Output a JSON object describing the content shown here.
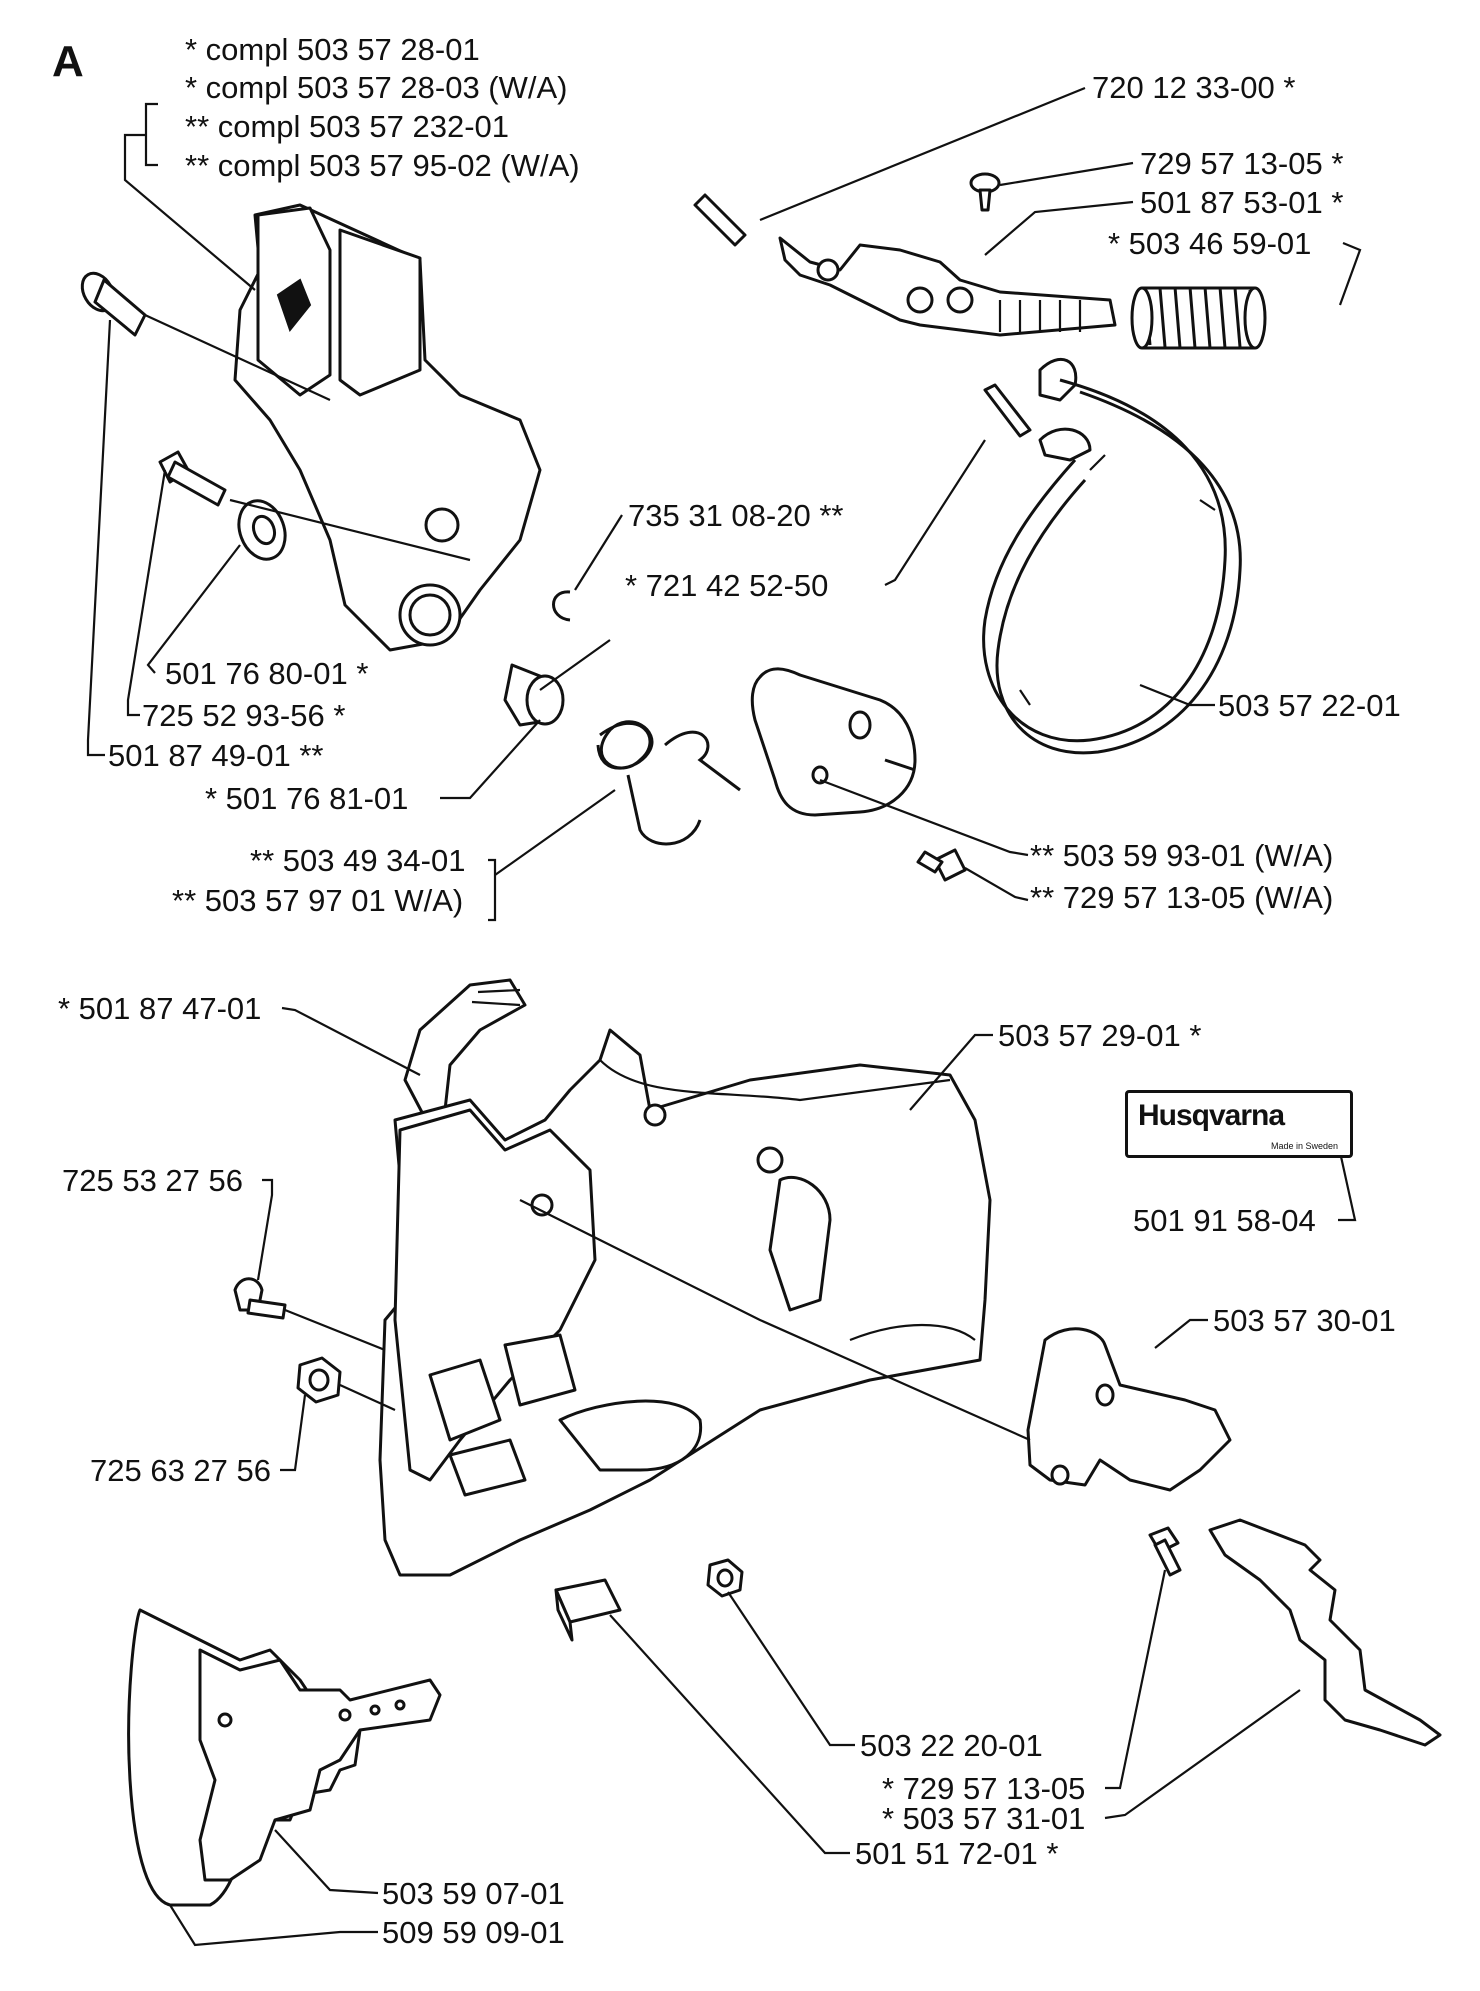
{
  "section_letter": "A",
  "header_notes": [
    "*  compl 503 57 28-01",
    "*  compl 503 57 28-03 (W/A)",
    "**  compl 503 57 232-01",
    "**  compl 503 57 95-02 (W/A)"
  ],
  "part_labels": {
    "p720123300": "720 12 33-00  *",
    "p729571305_top": "729 57 13-05  *",
    "p501875301": "501 87 53-01  *",
    "p503465901": "* 503 46 59-01",
    "p735310820": "735 31 08-20  **",
    "p721425250": "*  721 42 52-50",
    "p503572201": "503 57 22-01",
    "p501768001": "501 76 80-01  *",
    "p725529356": "725 52 93-56  *",
    "p501874901": "501 87 49-01  **",
    "p501768101": "*  501 76 81-01",
    "p503493401": "**  503 49 34-01",
    "p503579701": "**  503 57 97 01 W/A)",
    "p503599301": "**  503 59 93-01 (W/A)",
    "p729571305_wa": "**  729 57 13-05 (W/A)",
    "p501874701": "*  501 87 47-01",
    "p503572901": "503 57 29-01  *",
    "p501915804": "501 91 58-04",
    "p725532756": "725 53 27 56",
    "p503573001": "503 57 30-01",
    "p725632756": "725 63 27 56",
    "p503222001": "503 22 20-01",
    "p729571305_b": "*  729 57 13-05",
    "p503573101": "*  503 57 31-01",
    "p501517201": "501 51 72-01  *",
    "p503590701": "503 59 07-01",
    "p509590901": "509 59 09-01"
  },
  "decal": {
    "brand": "Husqvarna",
    "subtext": "Made in Sweden"
  }
}
